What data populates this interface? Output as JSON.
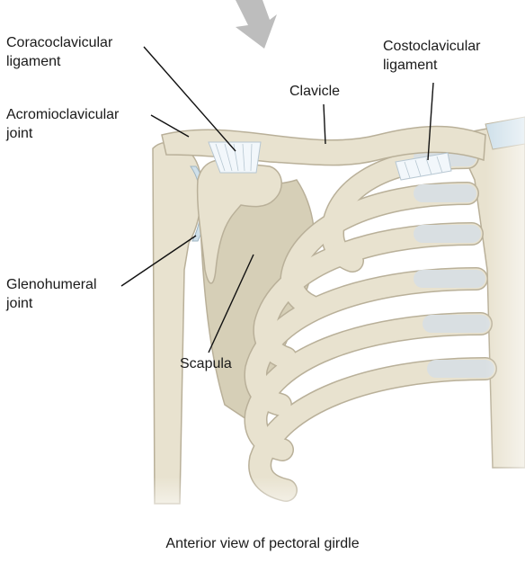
{
  "labels": {
    "coracoclavicular_ligament": [
      "Coracoclavicular",
      "ligament"
    ],
    "acromioclavicular_joint": [
      "Acromioclavicular",
      "joint"
    ],
    "glenohumeral_joint": [
      "Glenohumeral",
      "joint"
    ],
    "costoclavicular_ligament": [
      "Costoclavicular",
      "ligament"
    ],
    "clavicle": "Clavicle",
    "scapula": "Scapula"
  },
  "caption": "Anterior view of pectoral girdle",
  "colors": {
    "bone": "#e8e2cf",
    "bone_shade": "#d6cfb7",
    "bone_edge": "#b9b099",
    "cartilage": "#cfe0ea",
    "ligament": "#f2f7fb",
    "leader": "#111111",
    "arrow": "#bdbdbd"
  }
}
